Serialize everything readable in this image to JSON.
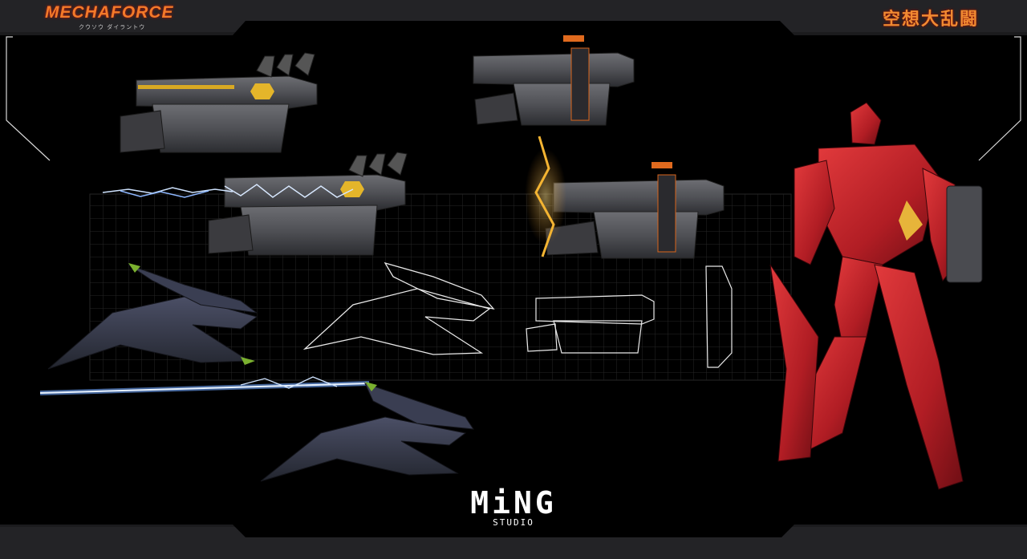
{
  "header": {
    "left_logo": "MECHAFORCE",
    "left_logo_sub": "クウソウ ダイラントウ",
    "right_logo": "空想大乱闘"
  },
  "footer": {
    "studio_name": "MiNG",
    "studio_tag": "STUDIO"
  },
  "colors": {
    "frame": "#232326",
    "background": "#000000",
    "accent_orange": "#f27a2a",
    "mech_red": "#c8232a",
    "weapon_gray": "#4a4b50",
    "grid_line": "#2a2a2a",
    "energy_blue": "#9fc8ff",
    "energy_gold": "#f2a51a"
  },
  "icons": [
    "cannon-weapon-icon",
    "blade-weapon-icon",
    "wireframe-sketch-icon",
    "lightning-effect-icon",
    "red-mech-robot-icon"
  ]
}
